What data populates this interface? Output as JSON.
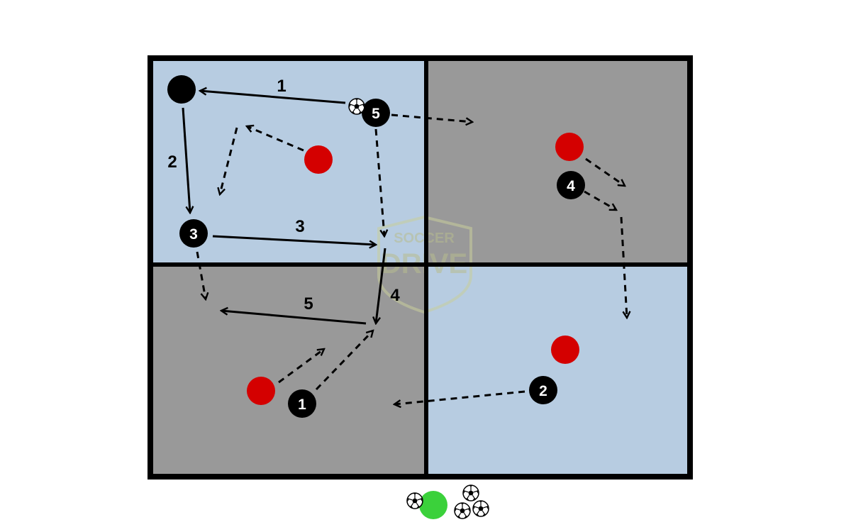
{
  "colors": {
    "blue_zone": "#b7cce1",
    "grey_zone": "#999999",
    "border": "#000000",
    "defender": "#d40000",
    "player": "#000000",
    "coach": "#3bd13b"
  },
  "watermark": {
    "line1": "SOCCER",
    "line2": "DRIVE"
  },
  "labels": {
    "pass1": "1",
    "pass2": "2",
    "pass3": "3",
    "pass4": "4",
    "pass5": "5"
  },
  "players": {
    "p1": "1",
    "p2": "2",
    "p3": "3",
    "p4": "4",
    "p5": "5"
  },
  "icons": [
    "soccer-ball-icon",
    "soccer-ball-stack-icon"
  ]
}
